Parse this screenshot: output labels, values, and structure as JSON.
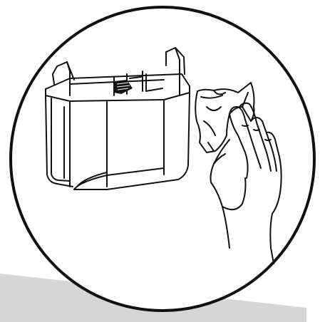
{
  "figure": {
    "title": "",
    "caption": "",
    "background_color": "#ffffff",
    "line_color": "#111111",
    "shadow_color": "#d6d6d6",
    "parts": [
      {
        "name": "water-tank",
        "icon": "water-tank-icon"
      },
      {
        "name": "cleaning-cloth",
        "icon": "cloth-icon"
      },
      {
        "name": "hand",
        "icon": "hand-icon"
      }
    ]
  }
}
